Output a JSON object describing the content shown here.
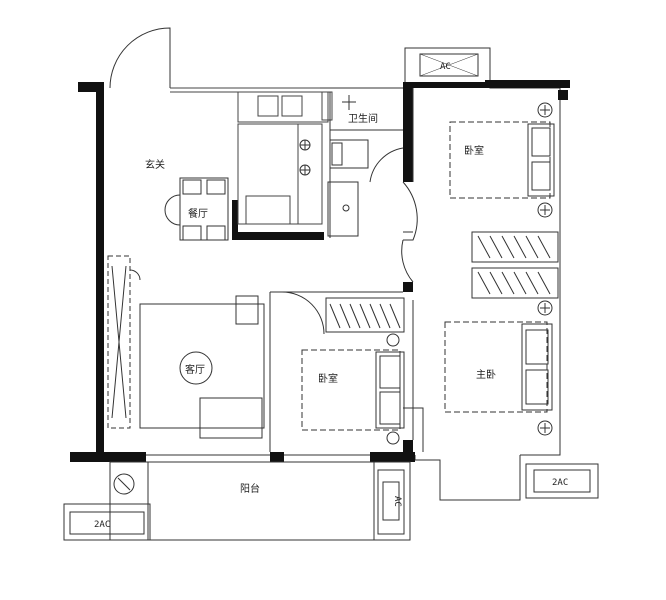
{
  "rooms": {
    "entrance": "玄关",
    "dining": "餐厅",
    "bathroom": "卫生间",
    "bedroom_top": "卧室",
    "bedroom_mid": "卧室",
    "master_bedroom": "主卧",
    "living_room": "客厅",
    "balcony": "阳台"
  },
  "ac_units": {
    "top": "AC",
    "right_bottom": "2AC",
    "left_bottom": "2AC",
    "balcony_vertical": "AC"
  },
  "colors": {
    "wall": "#111111",
    "line": "#333333",
    "thin": "#666666"
  }
}
